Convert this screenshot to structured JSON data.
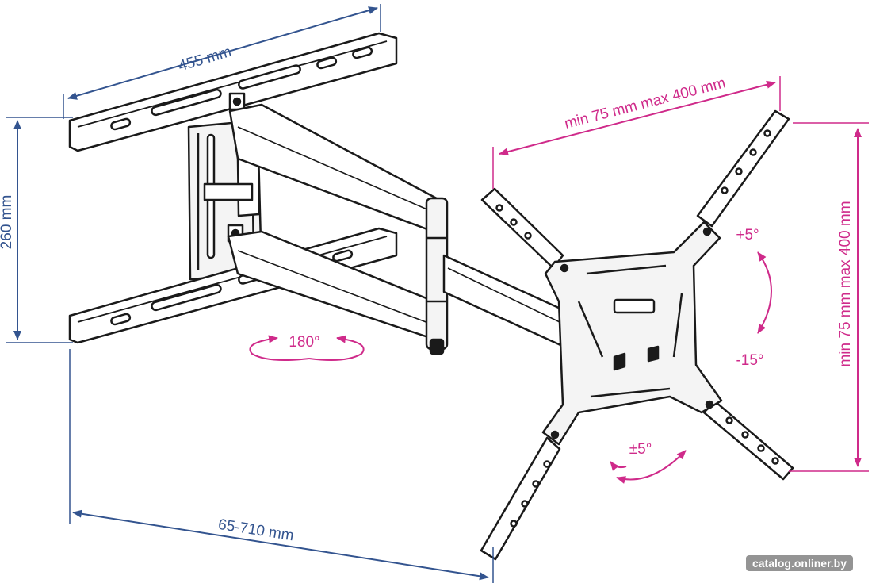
{
  "labels": {
    "width_455": "455 mm",
    "height_260": "260 mm",
    "extension": "65-710 mm",
    "vesa_horizontal": "min 75 mm max 400 mm",
    "vesa_vertical": "min 75 mm max 400 mm",
    "swivel": "180°",
    "tilt_up": "+5°",
    "tilt_down": "-15°",
    "rotation": "±5°"
  },
  "watermark": "catalog.onliner.by",
  "colors": {
    "wall_dimension": "#33548f",
    "tv_dimension": "#cf2a8a",
    "line": "#1a1a1a"
  }
}
